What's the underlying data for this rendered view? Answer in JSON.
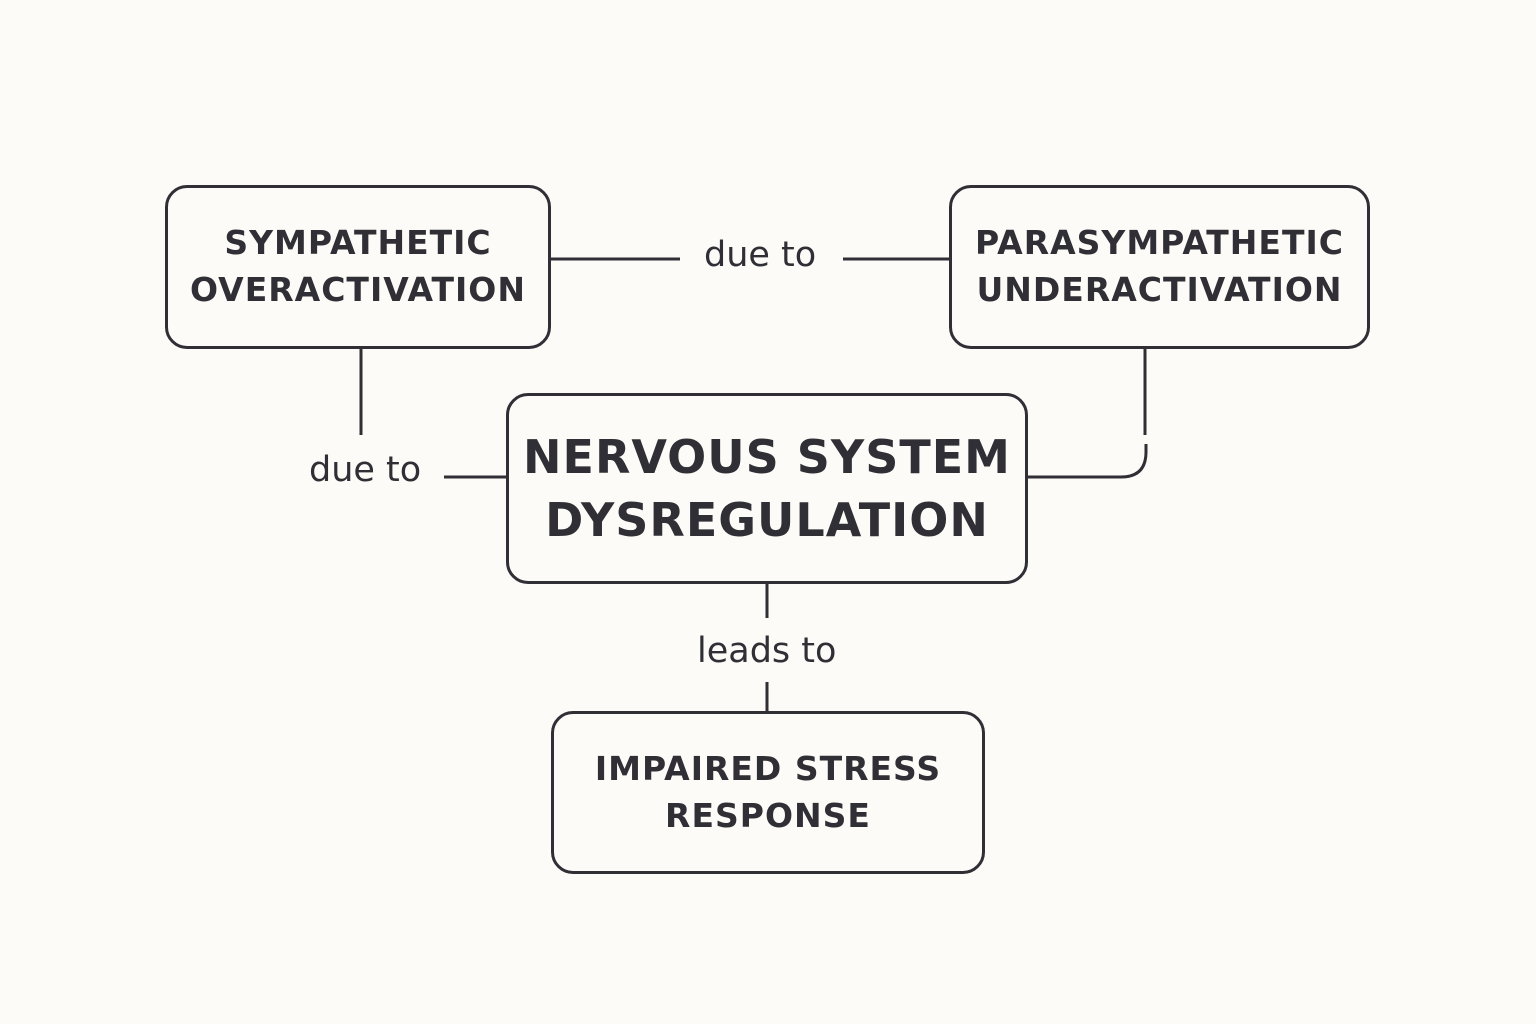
{
  "nodes": {
    "sympathetic": {
      "line1": "SYMPATHETIC",
      "line2": "OVERACTIVATION"
    },
    "parasympathetic": {
      "line1": "PARASYMPATHETIC",
      "line2": "UNDERACTIVATION"
    },
    "nervous_system": {
      "line1": "NERVOUS SYSTEM",
      "line2": "DYSREGULATION"
    },
    "impaired": {
      "line1": "IMPAIRED STRESS",
      "line2": "RESPONSE"
    }
  },
  "edges": {
    "top_label": "due to",
    "left_label": "due to",
    "bottom_label": "leads to"
  },
  "colors": {
    "background": "#fcfbf7",
    "stroke": "#2f2f35",
    "text": "#2f2f35"
  }
}
